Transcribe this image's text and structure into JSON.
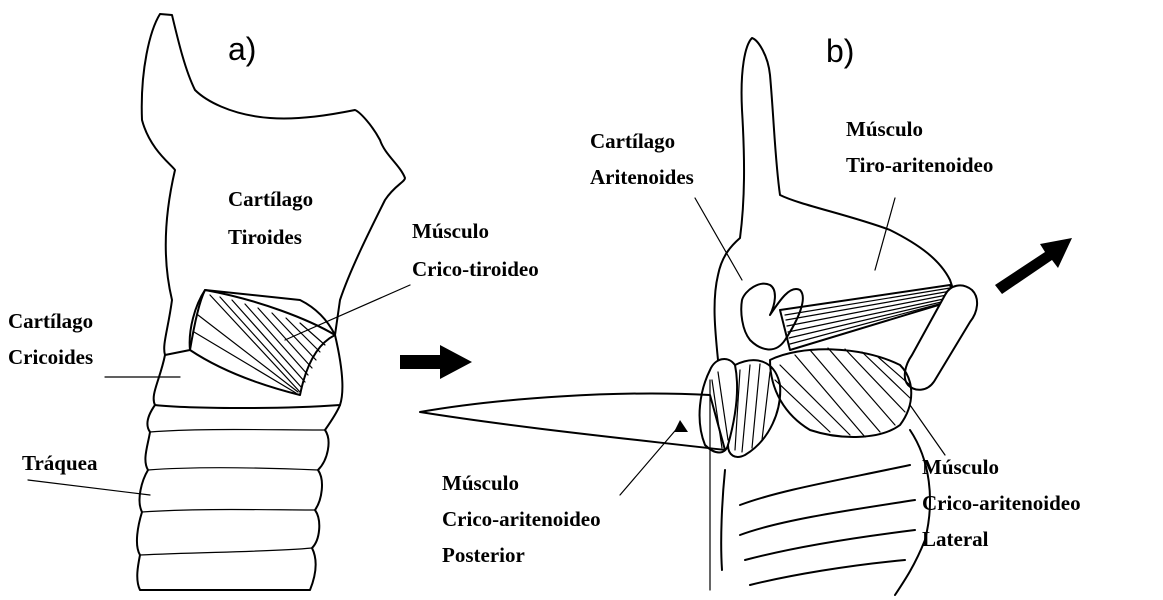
{
  "panels": {
    "a": "a)",
    "b": "b)"
  },
  "labels": {
    "cartilago_tiroides": [
      "Cartílago",
      "Tiroides"
    ],
    "musculo_crico_tiroideo": [
      "Músculo",
      "Crico-tiroideo"
    ],
    "cartilago_cricoides": [
      "Cartílago",
      "Cricoides"
    ],
    "traquea": "Tráquea",
    "cartilago_aritenoides": [
      "Cartílago",
      "Aritenoides"
    ],
    "musculo_tiro_aritenoideo": [
      "Músculo",
      "Tiro-aritenoideo"
    ],
    "musculo_crico_aritenoideo_posterior": [
      "Músculo",
      "Crico-aritenoideo",
      "Posterior"
    ],
    "musculo_crico_aritenoideo_lateral": [
      "Músculo",
      "Crico-aritenoideo",
      "Lateral"
    ]
  },
  "colors": {
    "ink": "#000000",
    "background": "#ffffff"
  }
}
